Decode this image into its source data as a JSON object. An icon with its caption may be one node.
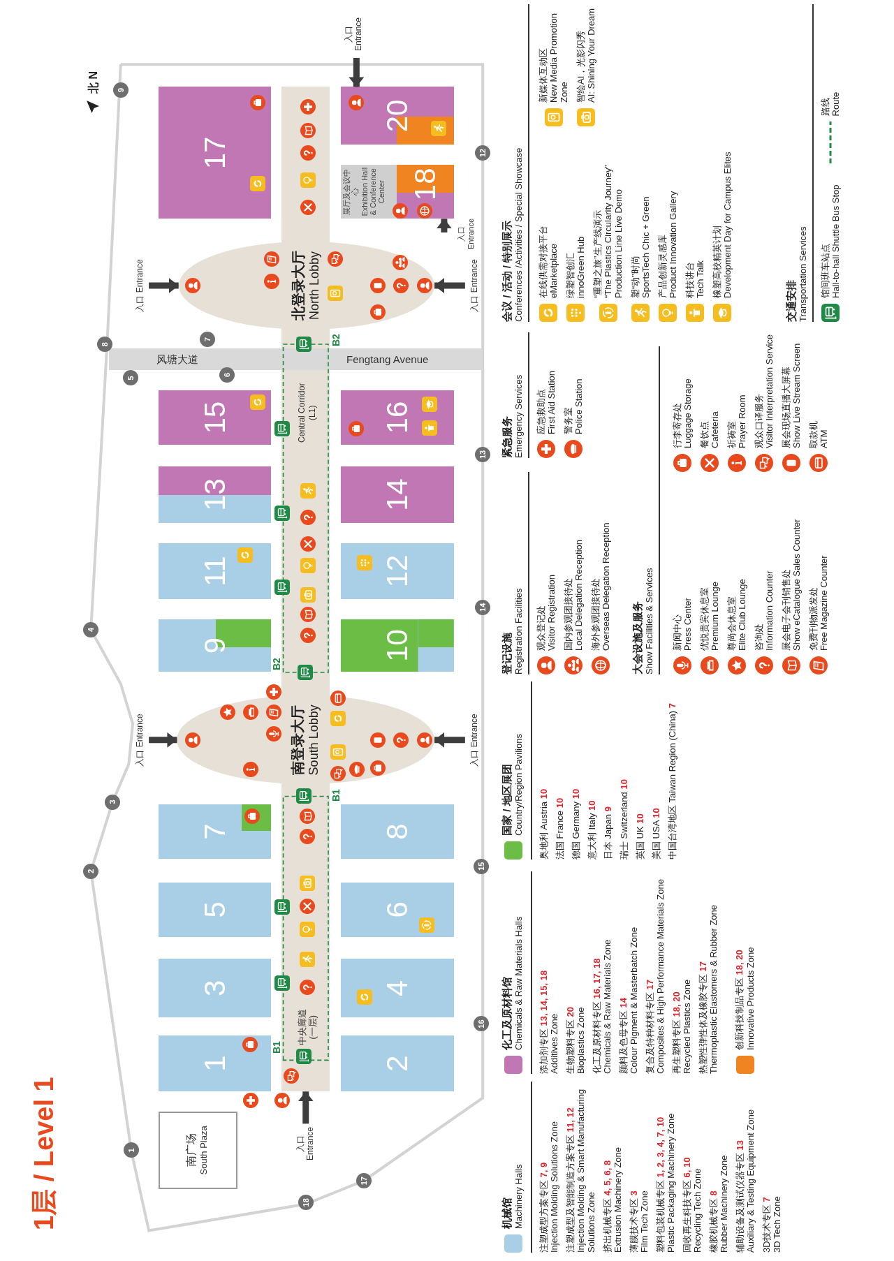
{
  "diagram": {
    "title": "1层 / Level 1",
    "nodes": [
      {
        "text": [
          "南广场",
          "South Plaza"
        ]
      },
      {
        "text": [
          "1"
        ]
      },
      {
        "text": [
          "2"
        ]
      },
      {
        "text": [
          "3"
        ]
      },
      {
        "text": [
          "4"
        ]
      },
      {
        "text": [
          "5"
        ]
      },
      {
        "text": [
          "6"
        ]
      },
      {
        "text": [
          "7"
        ]
      },
      {
        "text": [
          "8"
        ]
      },
      {
        "text": [
          "9"
        ]
      },
      {
        "text": [
          "10"
        ]
      },
      {
        "text": [
          "11"
        ]
      },
      {
        "text": [
          "12"
        ]
      },
      {
        "text": [
          "13"
        ]
      },
      {
        "text": [
          "14"
        ]
      },
      {
        "text": [
          "15"
        ]
      },
      {
        "text": [
          "16"
        ]
      },
      {
        "text": [
          "17"
        ]
      },
      {
        "text": [
          "18"
        ]
      },
      {
        "text": [
          "20"
        ]
      },
      {
        "text": [
          "展厅及会议中心",
          "Exhibition Hall & Conference Center"
        ]
      },
      {
        "text": [
          "南登录大厅",
          "South Lobby"
        ]
      },
      {
        "text": [
          "北登录大厅",
          "North Lobby"
        ]
      },
      {
        "text": [
          "中央廊道(一层)",
          "Central Corridor (L1)"
        ]
      },
      {
        "text": [
          "风塘大道",
          "Fengtang Avenue"
        ]
      },
      {
        "text": [
          "1"
        ]
      },
      {
        "text": [
          "2"
        ]
      },
      {
        "text": [
          "3"
        ]
      },
      {
        "text": [
          "4"
        ]
      },
      {
        "text": [
          "5"
        ]
      },
      {
        "text": [
          "6"
        ]
      },
      {
        "text": [
          "7"
        ]
      },
      {
        "text": [
          "8"
        ]
      },
      {
        "text": [
          "9"
        ]
      },
      {
        "text": [
          "12"
        ]
      },
      {
        "text": [
          "13"
        ]
      },
      {
        "text": [
          "14"
        ]
      },
      {
        "text": [
          "15"
        ]
      },
      {
        "text": [
          "16"
        ]
      },
      {
        "text": [
          "17"
        ]
      },
      {
        "text": [
          "18"
        ]
      }
    ],
    "edges": [
      {
        "from": null,
        "to": 21,
        "arrow": "to",
        "label": "入口 Entrance"
      },
      {
        "from": null,
        "to": 21,
        "arrow": "to",
        "label": "入口 Entrance"
      },
      {
        "from": null,
        "to": 22,
        "arrow": "to",
        "label": "入口 Entrance"
      },
      {
        "from": null,
        "to": 22,
        "arrow": "to",
        "label": "入口 Entrance"
      },
      {
        "from": null,
        "to": 19,
        "arrow": "to",
        "label": "入口 Entrance"
      },
      {
        "from": null,
        "to": 18,
        "arrow": "to",
        "label": "入口 Entrance"
      },
      {
        "from": null,
        "to": 23,
        "arrow": "to",
        "label": "入口 Entrance"
      }
    ],
    "labels": [
      "北 N",
      "B2",
      "B2",
      "B1",
      "B1",
      "注塑成型方案专区 7, 9 Injection Molding Solutions Zone",
      "注塑成型及智能制造方案专区 11, 12 Injection Molding & Smart Manufacturing Solutions Zone",
      "挤出机械专区 4, 5, 6, 8 Extrusion Machinery Zone",
      "薄膜技术专区 3 Film Tech Zone",
      "塑料包装机械专区 1, 2, 3, 4, 7, 10 Plastic Packaging Machinery Zone",
      "回收再生科技专区 6, 10 Recycling Tech Zone",
      "橡胶机械专区 8 Rubber Machinery Zone",
      "辅助设备及测试仪器专区 13 Auxiliary & Testing Equipment Zone",
      "3D技术专区 7 3D Tech Zone",
      "添加剂专区 13, 14, 15, 18 Additives Zone",
      "生物塑料专区 20 Bioplastics Zone",
      "化工及原材料专区 16, 17, 18 Chemicals & Raw Materials Zone",
      "颜料及色母专区 14 Colour Pigment & Masterbatch Zone",
      "复合及特种材料专区 17 Composites & High Performance Materials Zone",
      "再生塑料专区 18, 20 Recycled Plastics Zone",
      "热塑性弹性体及橡胶专区 17 Thermoplastic Elastomers & Rubber Zone",
      "奥地利 Austria 10",
      "法国 France 10",
      "德国 Germany 10",
      "意大利 Italy 10",
      "日本 Japan 9",
      "瑞士 Switzerland 10",
      "英国 UK 10",
      "美国 USA 10",
      "中国台湾地区 Taiwan Region (China) 7",
      "登记设施 Registration Facilities",
      "大会设施及服务 Show Facilities & Services",
      "紧急服务 Emergency Services",
      "会议 / 活动 / 特别展示 Conferences /Activities / Special Showcase",
      "交通安排 Transportation Services"
    ],
    "legend": [
      {
        "text": "机械馆 Machinery Halls",
        "color": "#a9cfe6"
      },
      {
        "text": "化工及原材料馆 Chemicals & Raw Materials Halls",
        "color": "#c177b3"
      },
      {
        "text": "国家 / 地区展团 Country/Region Pavilions",
        "color": "#6bbd45"
      },
      {
        "text": "创新科技制品专区 18, 20 Innovative Products Zone",
        "color": "#ef8420"
      },
      {
        "text": "观众登记处 Visitor Registration"
      },
      {
        "text": "国内参观团接待处 Local Delegation Reception"
      },
      {
        "text": "海外参观团接待处 Overseas Delegation Reception"
      },
      {
        "text": "新闻中心 Press Center"
      },
      {
        "text": "优悦贵宾休息室 Premium Lounge"
      },
      {
        "text": "尊尚会休息室 Elite Club Lounge"
      },
      {
        "text": "咨询处 Information Counter"
      },
      {
        "text": "展会电子会刊销售处 Show eCatalogue Sales Counter"
      },
      {
        "text": "免费刊物派发处 Free Magazine Counter"
      },
      {
        "text": "行李寄存处 Luggage Storage"
      },
      {
        "text": "餐饮点 Cafeteria"
      },
      {
        "text": "祈祷室 Prayer Room"
      },
      {
        "text": "观众口译服务 Visitor Interpretation Service"
      },
      {
        "text": "展会现场直播大屏幕 Show Live Stream Screen"
      },
      {
        "text": "取款机 ATM"
      },
      {
        "text": "应急救助点 First Aid Station"
      },
      {
        "text": "警务室 Police Station"
      },
      {
        "text": "在线供需对接平台 eMarketplace"
      },
      {
        "text": "绿塑智创汇 innoGreen Hub"
      },
      {
        "text": "“重塑之旅”生产线演示 “The Plastics Circularity Journey” Production Line Live Demo"
      },
      {
        "text": "塑“动”时尚 SportsTech Chic + Green"
      },
      {
        "text": "产品创新灵感库 Product Innovation Gallery"
      },
      {
        "text": "科技讲台 Tech Talk"
      },
      {
        "text": "橡塑高校精英计划 Development Day for Campus Elites"
      },
      {
        "text": "新媒体互动区 New Media Promotion Zone"
      },
      {
        "text": "智绘AI，光影闪秀 AI: Shining Your Dream"
      },
      {
        "text": "馆间班车站点 Hall-to-hall Shuttle Bus Stop"
      },
      {
        "text": "路线 Route"
      }
    ]
  }
}
